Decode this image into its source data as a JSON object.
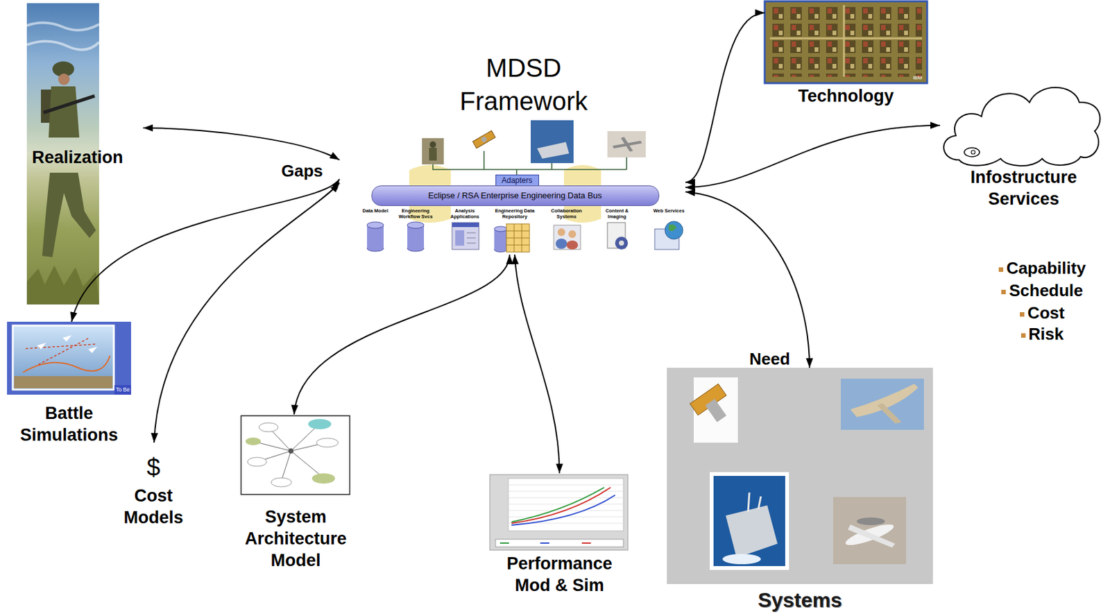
{
  "diagram": {
    "nodes": [
      {
        "text": [
          "Realization"
        ]
      },
      {
        "text": [
          "MDSD Framework"
        ]
      },
      {
        "text": [
          "Adapters"
        ],
        "in": 1
      },
      {
        "text": [
          "Eclipse / RSA Enterprise Engineering Data Bus"
        ],
        "in": 1
      },
      {
        "text": [
          "Technology"
        ]
      },
      {
        "text": [
          "Infostructure Services"
        ]
      },
      {
        "text": [
          "Battle Simulations"
        ]
      },
      {
        "text": [
          "$",
          "Cost Models"
        ]
      },
      {
        "text": [
          "System Architecture Model"
        ]
      },
      {
        "text": [
          "Performance Mod & Sim"
        ]
      },
      {
        "text": [
          "Systems"
        ]
      }
    ],
    "edges": [
      {
        "from": 1,
        "to": 0,
        "arrow": "both"
      },
      {
        "from": 1,
        "to": 6,
        "arrow": "both"
      },
      {
        "from": 1,
        "to": 7,
        "arrow": "both"
      },
      {
        "from": 1,
        "to": 8,
        "arrow": "both"
      },
      {
        "from": 1,
        "to": 9,
        "arrow": "both"
      },
      {
        "from": 1,
        "to": 4,
        "arrow": "both"
      },
      {
        "from": 1,
        "to": 5,
        "arrow": "both"
      },
      {
        "from": 1,
        "to": 10,
        "arrow": "both"
      }
    ],
    "labels": [
      "IBM",
      "Gaps",
      "Data Model",
      "Engineering Workflow Svcs",
      "Analysis Applications",
      "Engineering Data Repository",
      "Collaboration Systems",
      "Content & Imaging",
      "Web Services",
      "Capability",
      "Schedule",
      "Cost",
      "Risk",
      "To Be",
      "Need"
    ]
  }
}
